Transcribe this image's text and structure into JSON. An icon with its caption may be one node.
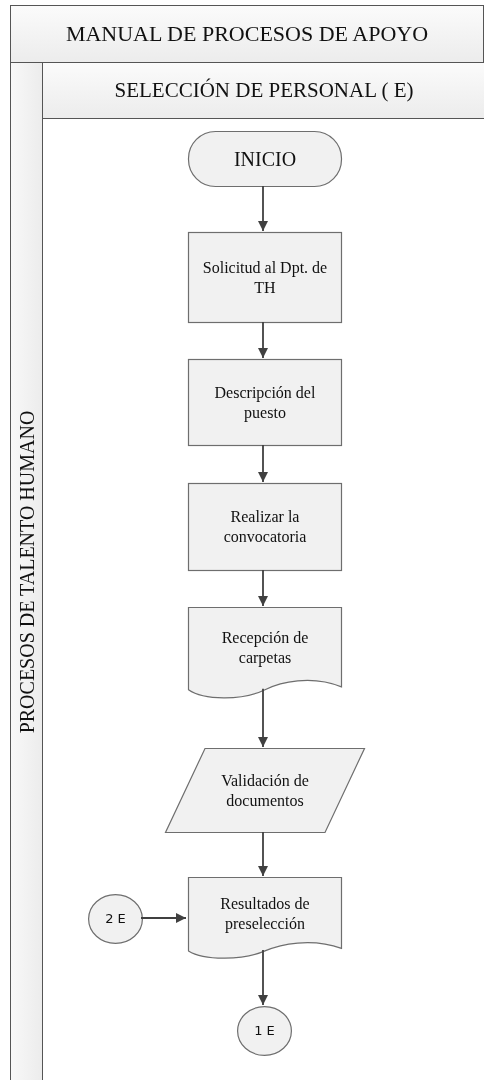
{
  "diagram": {
    "nodes": [
      {
        "text": [
          "MANUAL DE PROCESOS DE APOYO"
        ]
      },
      {
        "text": [
          "PROCESOS DE TALENTO HUMANO"
        ],
        "in": 0
      },
      {
        "text": [
          "SELECCIÓN DE PERSONAL ( E)"
        ],
        "in": 1
      },
      {
        "text": [
          "INICIO"
        ],
        "in": 2
      },
      {
        "text": [
          "Solicitud al Dpt. de TH"
        ],
        "in": 2
      },
      {
        "text": [
          "Descripción del puesto"
        ],
        "in": 2
      },
      {
        "text": [
          "Realizar la convocatoria"
        ],
        "in": 2
      },
      {
        "text": [
          "Recepción de carpetas"
        ],
        "in": 2
      },
      {
        "text": [
          "Validación de documentos"
        ],
        "in": 2
      },
      {
        "text": [
          "Resultados de preselección"
        ],
        "in": 2
      },
      {
        "text": [
          "2 E"
        ],
        "in": 2
      },
      {
        "text": [
          "1 E"
        ],
        "in": 2
      }
    ],
    "edges": [
      {
        "from": 3,
        "to": 4,
        "arrow": "to"
      },
      {
        "from": 4,
        "to": 5,
        "arrow": "to"
      },
      {
        "from": 5,
        "to": 6,
        "arrow": "to"
      },
      {
        "from": 6,
        "to": 7,
        "arrow": "to"
      },
      {
        "from": 7,
        "to": 8,
        "arrow": "to"
      },
      {
        "from": 8,
        "to": 9,
        "arrow": "to"
      },
      {
        "from": 10,
        "to": 9,
        "arrow": "to"
      },
      {
        "from": 9,
        "to": 11,
        "arrow": "to"
      }
    ]
  }
}
